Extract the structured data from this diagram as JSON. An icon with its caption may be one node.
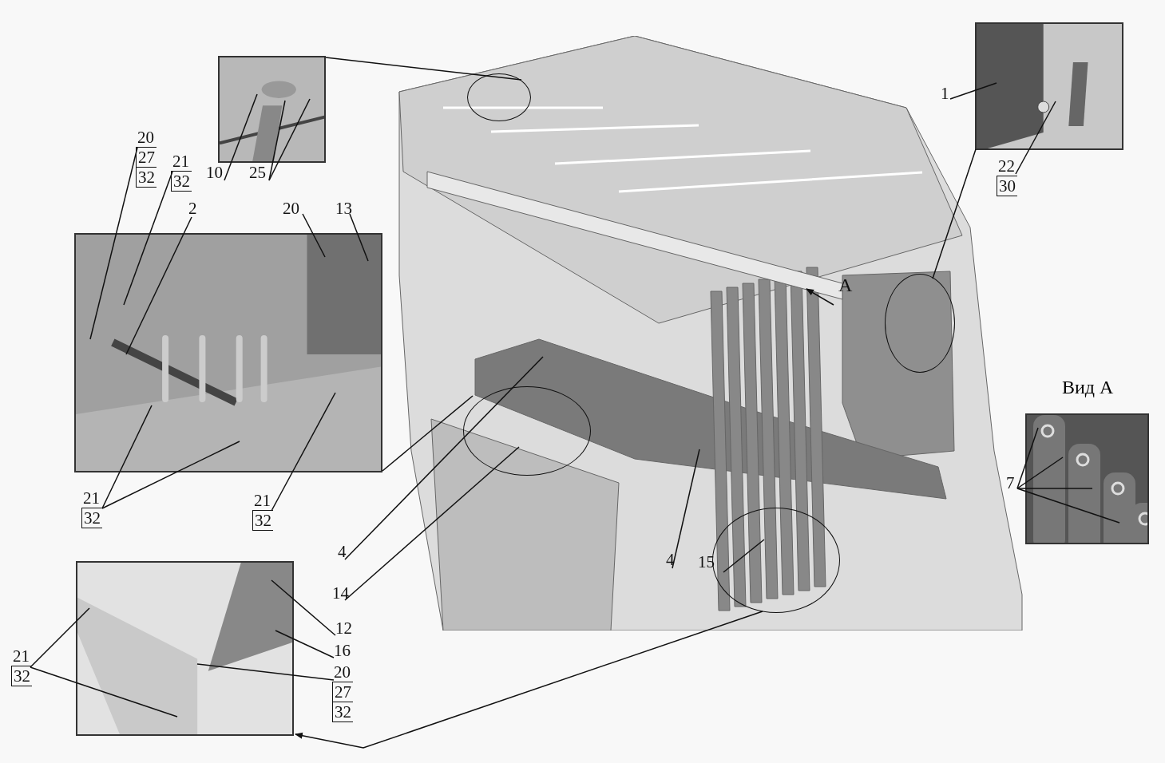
{
  "diagram": {
    "nodes": [
      {
        "text": [],
        "shape": "picture"
      },
      {
        "text": [
          "10"
        ]
      },
      {
        "text": [
          "25"
        ]
      },
      {
        "text": [
          "20",
          "27",
          "32"
        ]
      },
      {
        "text": [
          "21",
          "32"
        ]
      },
      {
        "text": [
          "2"
        ]
      },
      {
        "text": [
          "20"
        ]
      },
      {
        "text": [
          "13"
        ]
      },
      {
        "text": [],
        "shape": "picture"
      },
      {
        "text": [
          "21",
          "32"
        ]
      },
      {
        "text": [
          "21",
          "32"
        ]
      },
      {
        "text": [],
        "shape": "picture"
      },
      {
        "text": [
          "21",
          "32"
        ]
      },
      {
        "text": [
          "12"
        ]
      },
      {
        "text": [
          "16"
        ]
      },
      {
        "text": [
          "20",
          "27",
          "32"
        ]
      },
      {
        "text": [],
        "shape": "picture"
      },
      {
        "text": [],
        "shape": "circle",
        "in": 16
      },
      {
        "text": [],
        "shape": "circle",
        "in": 16
      },
      {
        "text": [],
        "shape": "circle",
        "in": 16
      },
      {
        "text": [],
        "shape": "circle",
        "in": 16
      },
      {
        "text": [
          "4"
        ]
      },
      {
        "text": [
          "14"
        ]
      },
      {
        "text": [
          "4"
        ],
        "in": 16
      },
      {
        "text": [
          "15"
        ],
        "in": 16
      },
      {
        "text": [],
        "shape": "picture"
      },
      {
        "text": [
          "1"
        ]
      },
      {
        "text": [
          "22",
          "30"
        ]
      },
      {
        "text": [
          "Вид А"
        ]
      },
      {
        "text": [
          "7"
        ]
      }
    ],
    "edges": [
      {
        "from": 0,
        "to": 17,
        "arrow": "none"
      },
      {
        "from": 8,
        "to": 18,
        "arrow": "none"
      },
      {
        "from": 20,
        "to": 11,
        "arrow": "to"
      },
      {
        "from": 25,
        "to": 19,
        "arrow": "none"
      },
      {
        "from": 1,
        "to": 0,
        "arrow": "none"
      },
      {
        "from": 2,
        "to": 0,
        "arrow": "none"
      },
      {
        "from": 2,
        "to": 0,
        "arrow": "none"
      },
      {
        "from": 3,
        "to": 8,
        "arrow": "none"
      },
      {
        "from": 4,
        "to": 8,
        "arrow": "none"
      },
      {
        "from": 5,
        "to": 8,
        "arrow": "none"
      },
      {
        "from": 6,
        "to": 8,
        "arrow": "none"
      },
      {
        "from": 7,
        "to": 8,
        "arrow": "none"
      },
      {
        "from": 9,
        "to": 8,
        "arrow": "none"
      },
      {
        "from": 9,
        "to": 8,
        "arrow": "none"
      },
      {
        "from": 10,
        "to": 8,
        "arrow": "none"
      },
      {
        "from": 12,
        "to": 11,
        "arrow": "none"
      },
      {
        "from": 12,
        "to": 11,
        "arrow": "none"
      },
      {
        "from": 13,
        "to": 11,
        "arrow": "none"
      },
      {
        "from": 14,
        "to": 11,
        "arrow": "none"
      },
      {
        "from": 15,
        "to": 11,
        "arrow": "none"
      },
      {
        "from": 21,
        "to": 16,
        "arrow": "none"
      },
      {
        "from": 22,
        "to": 16,
        "arrow": "none"
      },
      {
        "from": 23,
        "to": 16,
        "arrow": "none"
      },
      {
        "from": 24,
        "to": 16,
        "arrow": "none"
      },
      {
        "from": 26,
        "to": 25,
        "arrow": "none"
      },
      {
        "from": 27,
        "to": 25,
        "arrow": "none"
      },
      {
        "from": 29,
        "to": 28,
        "arrow": "none"
      },
      {
        "from": 29,
        "to": 28,
        "arrow": "none"
      },
      {
        "from": 29,
        "to": 28,
        "arrow": "none"
      },
      {
        "from": 29,
        "to": 28,
        "arrow": "none"
      }
    ],
    "labels": [
      "A"
    ]
  }
}
